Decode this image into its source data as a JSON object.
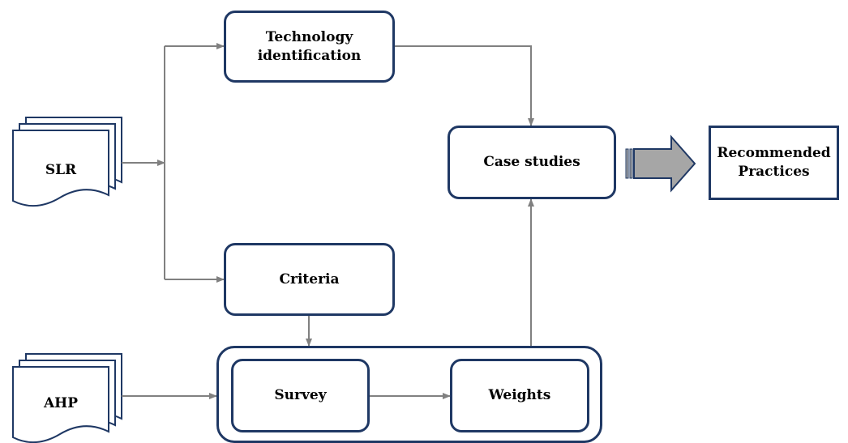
{
  "nodes": {
    "technology": "Technology\nidentification",
    "case_studies": "Case studies",
    "recommended": "Recommended\nPractices",
    "criteria": "Criteria",
    "survey": "Survey",
    "weights": "Weights"
  },
  "documents": {
    "slr": "SLR",
    "ahp": "AHP"
  },
  "colors": {
    "box_border": "#1f3864",
    "connector": "#808080",
    "big_arrow_fill": "#a6a6a6",
    "big_arrow_border": "#1f3864"
  }
}
